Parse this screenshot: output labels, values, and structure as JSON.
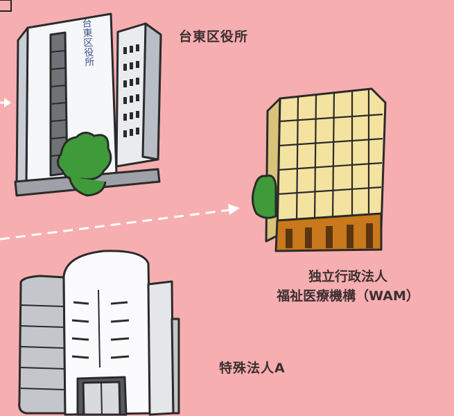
{
  "buildings": [
    {
      "id": "taito",
      "label": "台東区役所",
      "sign": "台東区役所"
    },
    {
      "id": "wam",
      "label_lines": [
        "独立行政法人",
        "福祉医療機構（WAM）"
      ]
    },
    {
      "id": "special",
      "label": "特殊法人A"
    }
  ],
  "colors": {
    "background": "#f7aeb1",
    "label_text": "#3b2f30",
    "arrow": "#ffffff",
    "tree": "#3f9a3a",
    "wam_facade": "#f4e2a0",
    "wam_base": "#c9781c"
  }
}
